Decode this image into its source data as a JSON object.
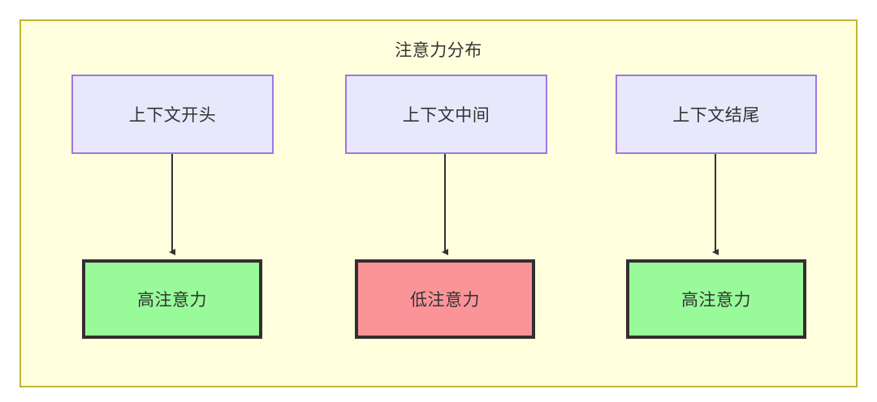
{
  "diagram": {
    "title": "注意力分布",
    "background_color": "#ffffdd",
    "border_color": "#bfb632",
    "text_color": "#333333",
    "edge_color": "#333333",
    "columns": [
      {
        "id": "start",
        "source": {
          "label": "上下文开头",
          "fill": "#e8e8fd",
          "stroke": "#9d77e0"
        },
        "target": {
          "label": "高注意力",
          "fill": "#99fa99",
          "stroke": "#332f2f",
          "level": "high"
        },
        "edge": {
          "from": "上下文开头",
          "to": "高注意力",
          "arrow": "down"
        }
      },
      {
        "id": "middle",
        "source": {
          "label": "上下文中间",
          "fill": "#e8e8fd",
          "stroke": "#9d77e0"
        },
        "target": {
          "label": "低注意力",
          "fill": "#fb9499",
          "stroke": "#332f2f",
          "level": "low"
        },
        "edge": {
          "from": "上下文中间",
          "to": "低注意力",
          "arrow": "down"
        }
      },
      {
        "id": "end",
        "source": {
          "label": "上下文结尾",
          "fill": "#e8e8fd",
          "stroke": "#9d77e0"
        },
        "target": {
          "label": "高注意力",
          "fill": "#99fa99",
          "stroke": "#332f2f",
          "level": "high"
        },
        "edge": {
          "from": "上下文结尾",
          "to": "高注意力",
          "arrow": "down"
        }
      }
    ]
  }
}
